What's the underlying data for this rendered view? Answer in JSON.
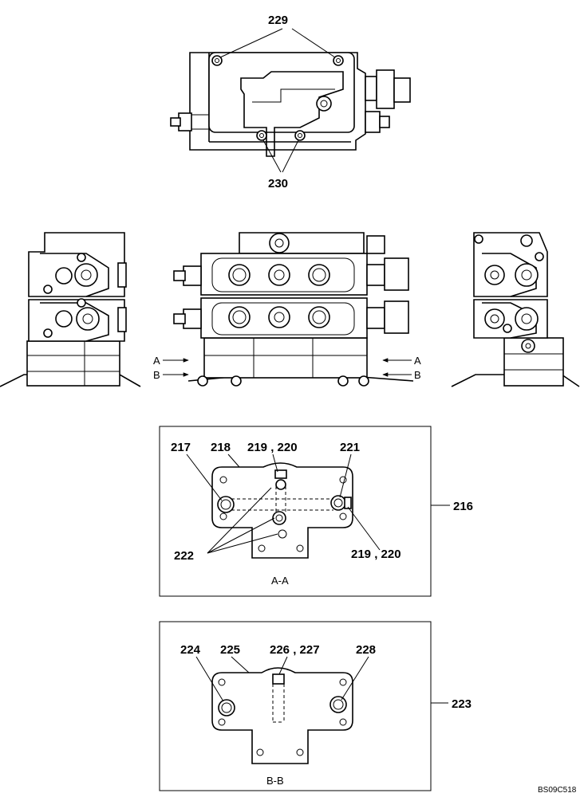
{
  "callouts": {
    "c229": "229",
    "c230": "230",
    "c216": "216",
    "c217": "217",
    "c218": "218",
    "c219_220_top": "219 , 220",
    "c221": "221",
    "c222": "222",
    "c219_220_right": "219 , 220",
    "c223": "223",
    "c224": "224",
    "c225": "225",
    "c226_227": "226 , 227",
    "c228": "228"
  },
  "section_markers": {
    "a_left": "A",
    "b_left": "B",
    "a_right": "A",
    "b_right": "B"
  },
  "section_titles": {
    "aa": "A-A",
    "bb": "B-B"
  },
  "drawing_code": "BS09C518"
}
